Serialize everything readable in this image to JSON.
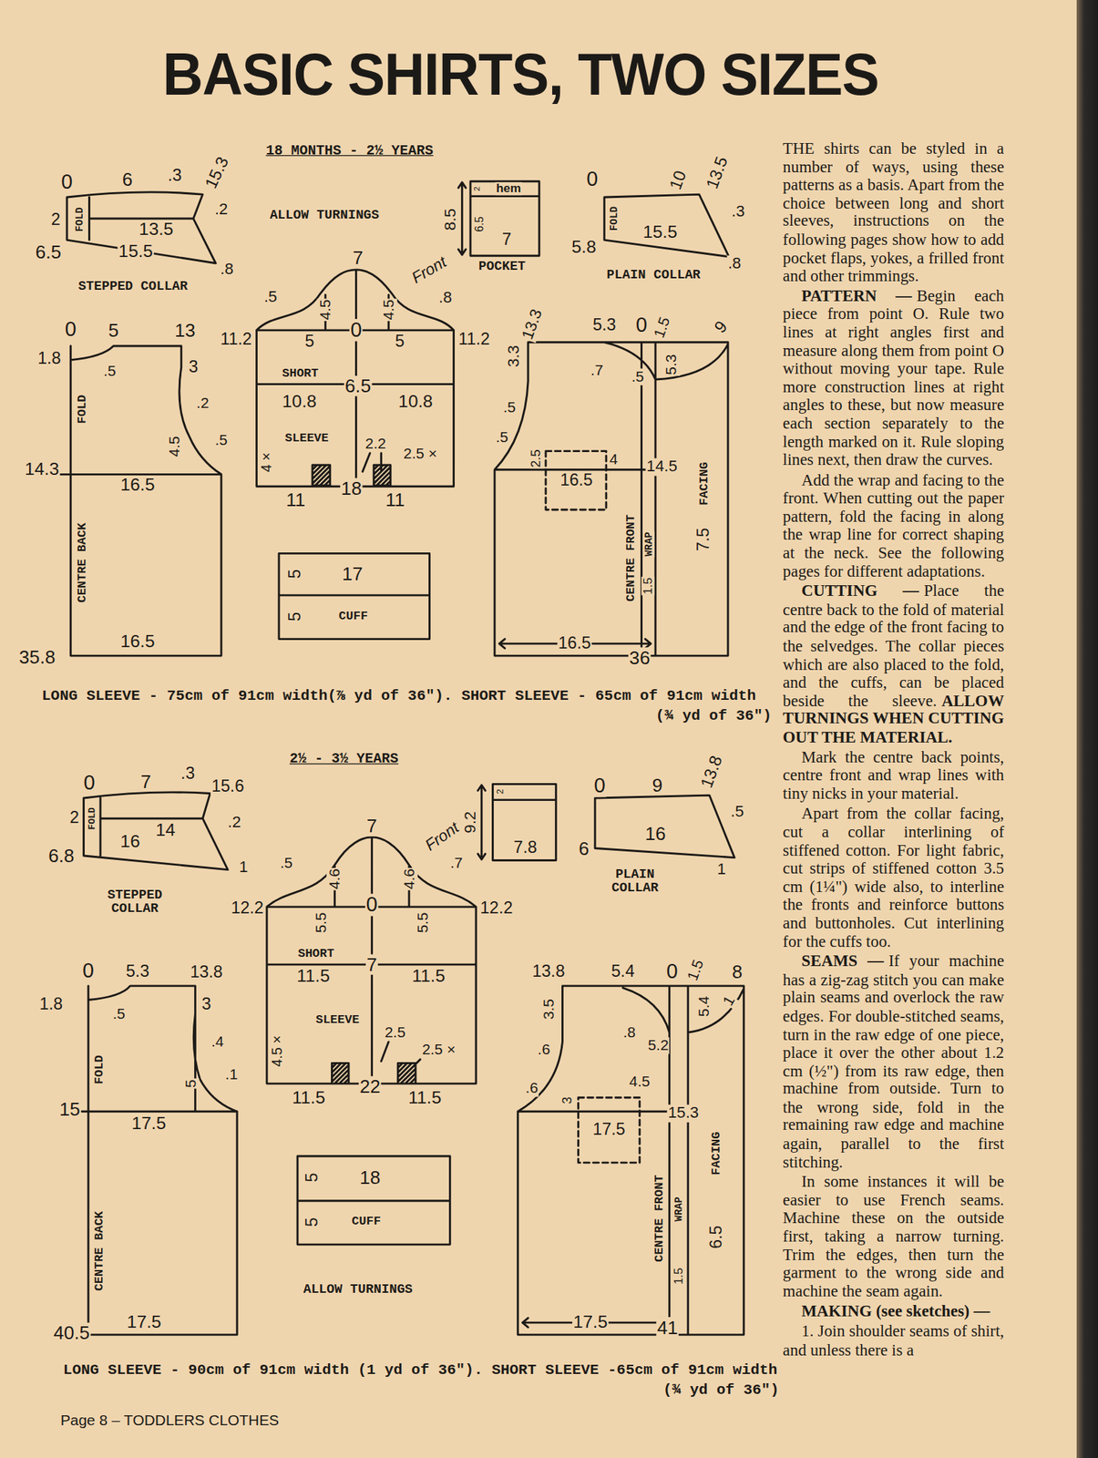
{
  "diagram": {
    "title": "BASIC SHIRTS, TWO SIZES",
    "nodes": [
      {
        "text": [
          "FOLD",
          "STEPPED COLLAR"
        ]
      },
      {
        "text": [
          "2",
          "hem",
          "6.5",
          "7",
          "POCKET"
        ]
      },
      {
        "text": [
          "FOLD",
          "PLAIN COLLAR"
        ]
      },
      {
        "text": [
          "FOLD",
          "CENTRE BACK"
        ]
      },
      {
        "text": [
          "SHORT",
          "SLEEVE"
        ]
      },
      {
        "text": [
          "CENTRE FRONT",
          "WRAP",
          "FACING"
        ]
      },
      {
        "text": [
          "16.5"
        ],
        "in": 5
      },
      {
        "text": [
          "5",
          "17",
          "5",
          "CUFF"
        ]
      },
      {
        "text": [
          "FOLD",
          "STEPPED COLLAR"
        ]
      },
      {
        "text": [
          "2",
          "7.8"
        ]
      },
      {
        "text": [
          "PLAIN COLLAR"
        ]
      },
      {
        "text": [
          "FOLD",
          "CENTRE BACK"
        ]
      },
      {
        "text": [
          "SHORT",
          "SLEEVE"
        ]
      },
      {
        "text": [
          "CENTRE FRONT",
          "WRAP",
          "FACING"
        ]
      },
      {
        "text": [
          "17.5"
        ],
        "in": 13
      },
      {
        "text": [
          "5",
          "18",
          "5",
          "CUFF"
        ]
      }
    ],
    "labels": [
      "18 MONTHS - 2½ YEARS",
      "ALLOW TURNINGS",
      "0",
      "6",
      ".3",
      "15.3",
      ".2",
      "2",
      "13.5",
      "6.5",
      "15.5",
      ".8",
      "8.5",
      "0",
      "10",
      "13.5",
      ".3",
      "5.8",
      "15.5",
      ".8",
      "0",
      "5",
      "13",
      "1.8",
      ".5",
      "3",
      ".2",
      "4.5",
      ".5",
      "14.3",
      "16.5",
      "16.5",
      "35.8",
      "7",
      ".5",
      "4.5",
      "4.5",
      "Front",
      ".8",
      "11.2",
      "5",
      "0",
      "5",
      "11.2",
      "6.5",
      "10.8",
      "10.8",
      "2.2",
      "4 ×",
      "2.5 ×",
      "18",
      "11",
      "11",
      "13.3",
      "3.3",
      "5.3",
      "0",
      "1.5",
      "9",
      ".7",
      ".5",
      "5.3",
      ".5",
      ".5",
      "2.5",
      "4",
      "14.5",
      "1.5",
      "7.5",
      "16.5",
      "36",
      "LONG SLEEVE - 75cm of 91cm width(⅞ yd of 36\"). SHORT SLEEVE - 65cm of 91cm width (¾ yd of 36\")",
      "2½ - 3½ YEARS",
      "0",
      "7",
      ".3",
      "15.6",
      "2",
      "14",
      ".2",
      "6.8",
      "16",
      "1",
      "9.2",
      "0",
      "9",
      "13.8",
      ".5",
      "6",
      "16",
      "1",
      "7",
      ".5",
      "4.6",
      "4.6",
      "Front",
      ".7",
      "12.2",
      "0",
      "12.2",
      "5.5",
      "5.5",
      "7",
      "11.5",
      "11.5",
      "2.5",
      "2.5 ×",
      "4.5 ×",
      "22",
      "11.5",
      "11.5",
      "ALLOW TURNINGS",
      "0",
      "5.3",
      "13.8",
      "1.8",
      ".5",
      "3",
      ".4",
      ".1",
      "5",
      "15",
      "17.5",
      "17.5",
      "40.5",
      "13.8",
      "3.5",
      "5.4",
      "0",
      "1.5",
      "8",
      ".8",
      "5.2",
      "5.4",
      "1",
      ".6",
      ".6",
      "3",
      "4.5",
      "15.3",
      "6.5",
      "1.5",
      "17.5",
      "41",
      "LONG SLEEVE - 90cm of 91cm width (1 yd of 36\"). SHORT SLEEVE -65cm of 91cm width (¾ yd of 36\")",
      "Page 8 – TODDLERS CLOTHES",
      "THE shirts can be styled in a number of ways, using these patterns as a basis. Apart from the choice between long and short sleeves, instructions on the following pages show how to add pocket flaps, yokes, a frilled front and other trimmings.",
      "PATTERN —",
      "Begin each piece from point O. Rule two lines at right angles first and measure along them from point O without moving your tape. Rule more construction lines at right angles to these, but now measure each section separately to the length marked on it. Rule sloping lines next, then draw the curves.",
      "Add the wrap and facing to the front. When cutting out the paper pattern, fold the facing in along the wrap line for correct shaping at the neck. See the following pages for different adaptations.",
      "CUTTING —",
      "Place the centre back to the fold of material and the edge of the front facing to the selvedges. The collar pieces which are also placed to the fold, and the cuffs, can be placed beside the sleeve.",
      "ALLOW TURNINGS WHEN CUTTING OUT THE MATERIAL.",
      "Mark the centre back points, centre front and wrap lines with tiny nicks in your material.",
      "Apart from the collar facing, cut a collar interlining of stiffened cotton. For light fabric, cut strips of stiffened cotton 3.5 cm (1¼\") wide also, to interline the fronts and reinforce buttons and buttonholes. Cut interlining for the cuffs too.",
      "SEAMS —",
      "If your machine has a zig-zag stitch you can make plain seams and overlock the raw edges. For double-stitched seams, turn in the raw edge of one piece, place it over the other about 1.2 cm (½\") from its raw edge, then machine from outside. Turn to the wrong side, fold in the remaining raw edge and machine again, parallel to the first stitching.",
      "In some instances it will be easier to use French seams. Machine these on the outside first, taking a narrow turning. Trim the edges, then turn the garment to the wrong side and machine the seam again.",
      "MAKING (see sketches) —",
      "1. Join shoulder seams of shirt, and unless there is a"
    ]
  }
}
